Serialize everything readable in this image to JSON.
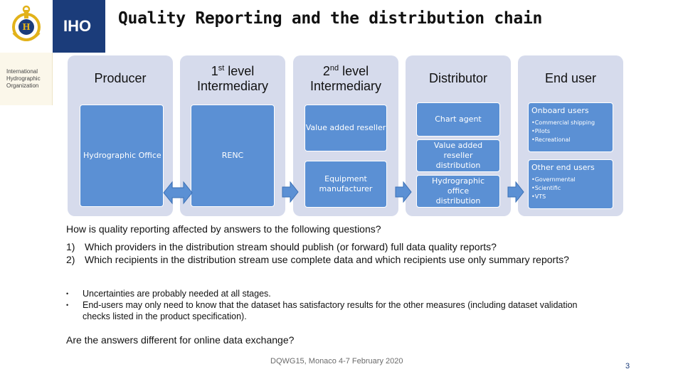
{
  "logo": {
    "brand": "IHO",
    "org_name": [
      "International",
      "Hydrographic",
      "Organization"
    ]
  },
  "title": "Quality Reporting and the distribution chain",
  "columns": [
    {
      "head": "Producer",
      "boxes": [
        "Hydrographic Office"
      ]
    },
    {
      "head_prefix": "1",
      "head_sup": "st",
      "head_suffix": " level",
      "head_line2": "Intermediary",
      "boxes": [
        "RENC"
      ]
    },
    {
      "head_prefix": "2",
      "head_sup": "nd",
      "head_suffix": " level",
      "head_line2": "Intermediary",
      "boxes": [
        "Value added reseller",
        "Equipment manufacturer"
      ]
    },
    {
      "head": "Distributor",
      "boxes": [
        "Chart agent",
        "Value added reseller distribution",
        "Hydrographic office distribution"
      ]
    },
    {
      "head": "End user",
      "groups": [
        {
          "title": "Onboard users",
          "items": [
            "•Commercial shipping",
            "•Pilots",
            "•Recreational"
          ]
        },
        {
          "title": "Other end users",
          "items": [
            "•Governmental",
            "•Scientific",
            "•VTS"
          ]
        }
      ]
    }
  ],
  "question_intro": "How is quality reporting affected by answers to the following questions?",
  "questions": [
    {
      "num": "1)",
      "text": "Which providers in the distribution stream should publish (or forward) full data quality reports?"
    },
    {
      "num": "2)",
      "text": "Which recipients in the distribution stream use complete data and which recipients use only summary reports?"
    }
  ],
  "bullets": [
    "Uncertainties are probably needed at all stages.",
    "End-users may only need to know that the dataset has satisfactory results for the other measures (including dataset validation checks listed in the product specification)."
  ],
  "closing_question": "Are the answers different for online data exchange?",
  "footer": "DQWG15, Monaco 4-7 February 2020",
  "page_number": "3",
  "colors": {
    "column_bg": "#d6dbec",
    "box_fill": "#5b90d4",
    "iho_band": "#1b3c7a",
    "logo_gold": "#e2b21a",
    "logo_navy": "#1b3c7a"
  }
}
